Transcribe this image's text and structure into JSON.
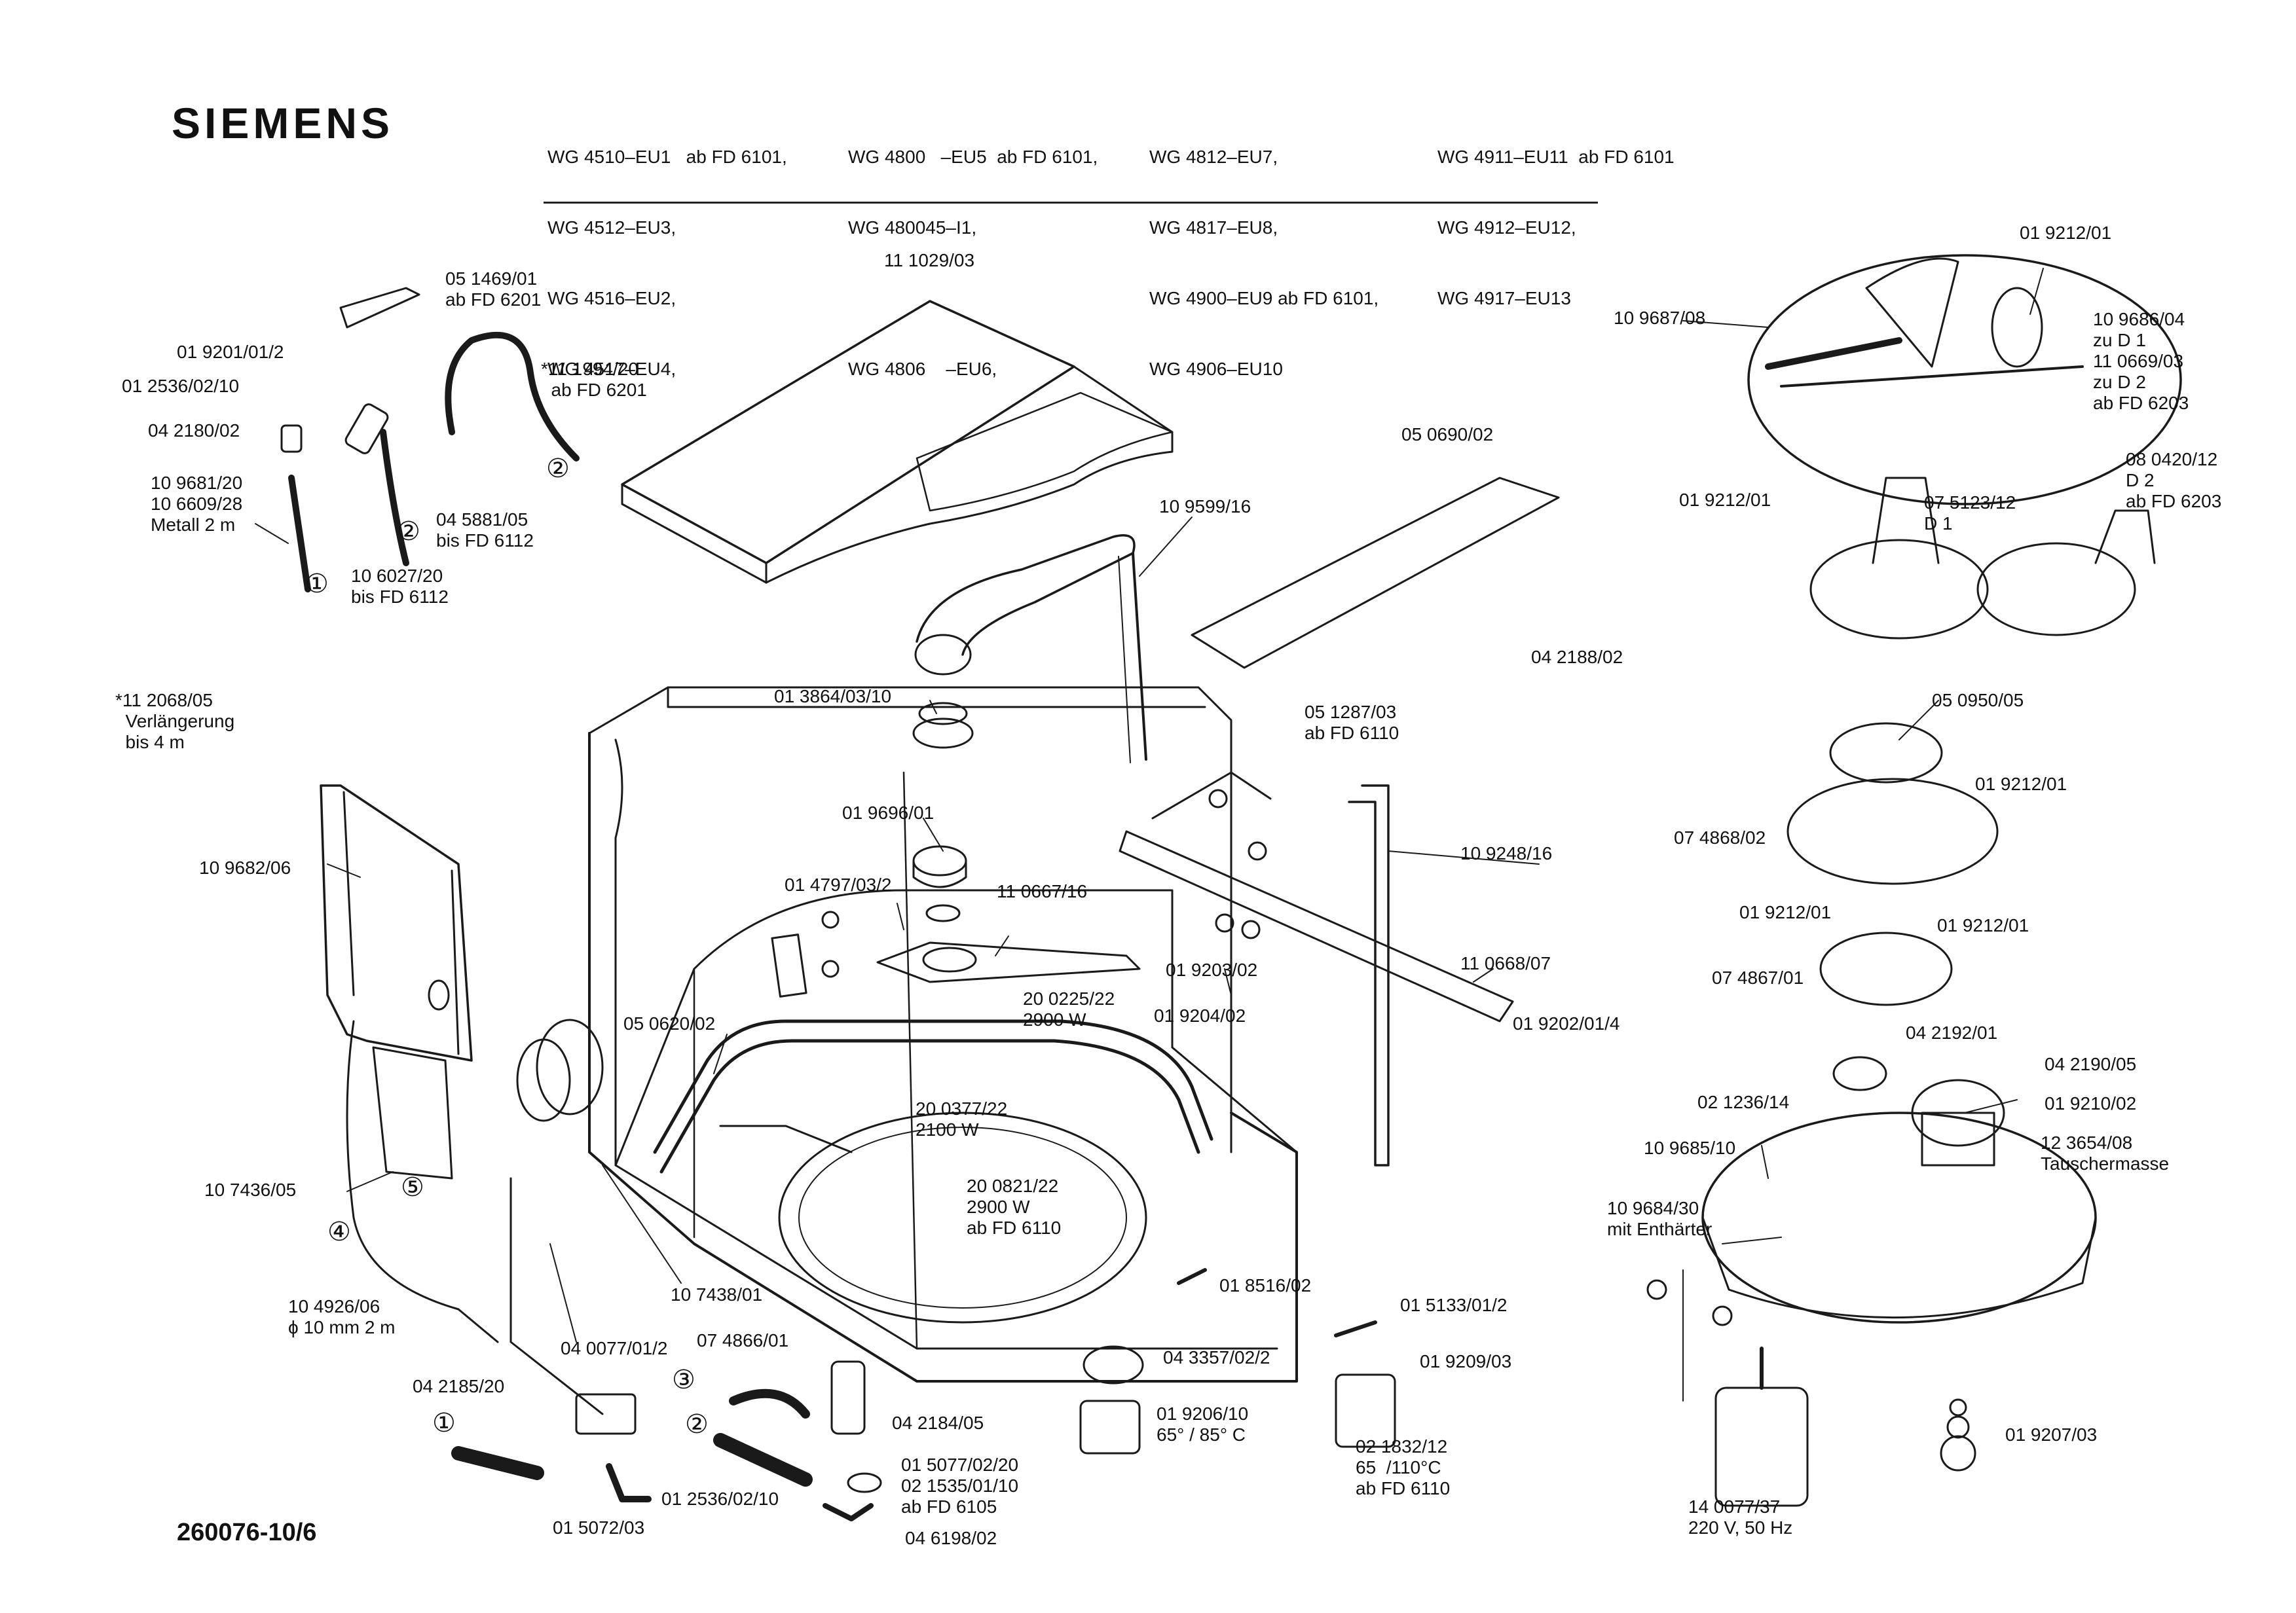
{
  "header": {
    "brand": "SIEMENS",
    "model_columns": [
      [
        "WG 4510–EU1   ab FD 6101,",
        "WG 4512–EU3,",
        "WG 4516–EU2,",
        "WG 4517–EU4,"
      ],
      [
        "WG 4800   –EU5  ab FD 6101,",
        "WG 480045–I1,",
        "",
        "WG 4806    –EU6,"
      ],
      [
        "WG 4812–EU7,",
        "WG 4817–EU8,",
        "WG 4900–EU9 ab FD 6101,",
        "WG 4906–EU10"
      ],
      [
        "WG 4911–EU11  ab FD 6101",
        "WG 4912–EU12,",
        "WG 4917–EU13",
        ""
      ]
    ]
  },
  "parts": {
    "p111029": "11 1029/03",
    "p051469": "05 1469/01\nab FD 6201",
    "p019201": "01 9201/01/2",
    "p012536a": "01 2536/02/10",
    "p042180": "04 2180/02",
    "p111994": "*11 1994/20\n  ab FD 6201",
    "p109681": "10 9681/20\n10 6609/28\nMetall 2 m",
    "p045881": "04 5881/05\nbis FD 6112",
    "p106027": "10 6027/20\nbis FD 6112",
    "p050690": "05 0690/02",
    "p109599": "10 9599/16",
    "p013864": "01 3864/03/10",
    "p112068": "*11 2068/05\n  Verlängerung\n  bis 4 m",
    "p109682": "10 9682/06",
    "p019696": "01 9696/01",
    "p014797": "01 4797/03/2",
    "p110667": "11 0667/16",
    "p051287": "05 1287/03\nab FD 6110",
    "p042188": "04 2188/02",
    "p109248": "10 9248/16",
    "p019203": "01 9203/02",
    "p110668": "11 0668/07",
    "p019202": "01 9202/01/4",
    "p050620": "05 0620/02",
    "p200225": "20 0225/22\n2900 W",
    "p019204": "01 9204/02",
    "p200377": "20 0377/22\n2100 W",
    "p200821": "20 0821/22\n2900 W\nab FD 6110",
    "p107436": "10 7436/05",
    "p107438": "10 7438/01",
    "p104926": "10 4926/06\nϕ 10 mm 2 m",
    "p040077": "04 0077/01/2",
    "p074866": "07 4866/01",
    "p042185": "04 2185/20",
    "p042184": "04 2184/05",
    "p015077": "01 5077/02/20\n02 1535/01/10\nab FD 6105",
    "p012536b": "01 2536/02/10",
    "p015072": "01 5072/03",
    "p046198": "04 6198/02",
    "p043357": "04 3357/02/2",
    "p019206": "01 9206/10\n65° / 85° C",
    "p018516": "01 8516/02",
    "p015133": "01 5133/01/2",
    "p021832": "02 1832/12\n65  /110°C\nab FD 6110",
    "p019212top": "01 9212/01",
    "p109687": "10 9687/08",
    "p109686": "10 9686/04\nzu D 1\n11 0669/03\nzu D 2\nab FD 6203",
    "p080420": "08 0420/12\nD 2\nab FD 6203",
    "p019212b": "01 9212/01",
    "p075123": "07 5123/12\nD 1",
    "p050950": "05 0950/05",
    "p019212c": "01 9212/01",
    "p074868": "07 4868/02",
    "p019212d": "01 9212/01",
    "p019212e": "01 9212/01",
    "p074867": "07 4867/01",
    "p042192": "04 2192/01",
    "p042190": "04 2190/05",
    "p021236": "02 1236/14",
    "p019210": "01 9210/02",
    "p109685": "10 9685/10",
    "p123654": "12 3654/08\nTauschermasse",
    "p109684": "10 9684/30\nmit Enthärter",
    "p019209": "01 9209/03",
    "p019207": "01 9207/03",
    "p140077": "14 0077/37\n220 V, 50 Hz"
  },
  "callouts": {
    "c1": "①",
    "c2": "②",
    "c3": "③",
    "c4": "④",
    "c5": "⑤"
  },
  "footer": {
    "doc_number": "260076-10/6"
  }
}
